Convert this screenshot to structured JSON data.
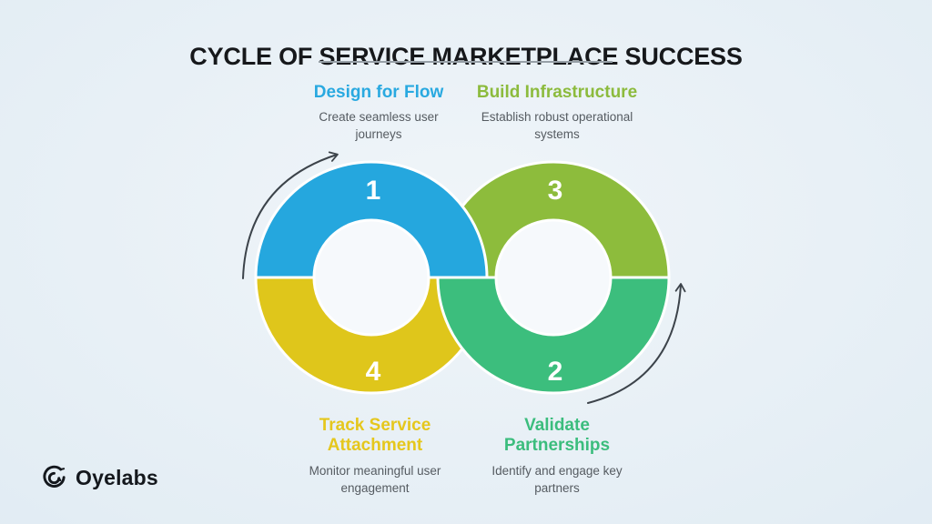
{
  "title": "CYCLE OF SERVICE MARKETPLACE SUCCESS",
  "steps": [
    {
      "number": "1",
      "label": "Design for Flow",
      "description": "Create seamless user journeys",
      "color": "#25A7DE",
      "position": "top-left"
    },
    {
      "number": "2",
      "label": "Validate Partnerships",
      "description": "Identify and engage key partners",
      "color": "#3CBE7D",
      "position": "bottom-right"
    },
    {
      "number": "3",
      "label": "Build Infrastructure",
      "description": "Establish robust operational systems",
      "color": "#8DBC3C",
      "position": "top-right"
    },
    {
      "number": "4",
      "label": "Track Service Attachment",
      "description": "Monitor meaningful user engagement",
      "color": "#DFC61B",
      "position": "bottom-left"
    }
  ],
  "icons": {
    "left_flow_arrow": "curved-arrow-clockwise",
    "right_flow_arrow": "curved-arrow-upward",
    "logo_mark": "circular-swirl-o"
  },
  "colors": {
    "background": "#E3EDF4",
    "title": "#16181B",
    "subtext": "#555B61",
    "arrow": "#3C434A",
    "divider": "#97A0A7",
    "ring_hole": "#F6F9FC"
  },
  "logo": {
    "text": "Oyelabs"
  }
}
